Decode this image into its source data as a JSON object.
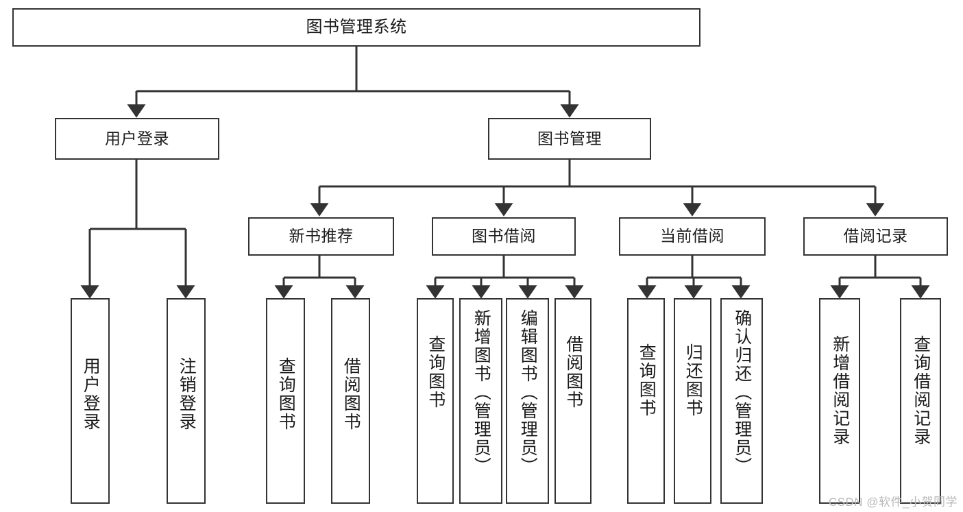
{
  "diagram": {
    "title": "图书管理系统",
    "type": "tree-hierarchy",
    "watermark": "CSDN @软件_小贺同学",
    "colors": {
      "stroke": "#333333",
      "fill": "#ffffff",
      "text": "#1a1a1a",
      "watermark": "#b9b9b9"
    },
    "nodes": {
      "root": {
        "label": "图书管理系统"
      },
      "level2": [
        {
          "label": "用户登录"
        },
        {
          "label": "图书管理"
        }
      ],
      "level3": [
        {
          "label": "新书推荐"
        },
        {
          "label": "图书借阅"
        },
        {
          "label": "当前借阅"
        },
        {
          "label": "借阅记录"
        }
      ],
      "leaves": {
        "user_login": [
          {
            "label": "用户登录"
          },
          {
            "label": "注销登录"
          }
        ],
        "new_book_recommend": [
          {
            "label": "查询图书"
          },
          {
            "label": "借阅图书"
          }
        ],
        "book_borrow": [
          {
            "label": "查询图书"
          },
          {
            "label": "新增图书（管理员）"
          },
          {
            "label": "编辑图书（管理员）"
          },
          {
            "label": "借阅图书"
          }
        ],
        "current_borrow": [
          {
            "label": "查询图书"
          },
          {
            "label": "归还图书"
          },
          {
            "label": "确认归还（管理员）"
          }
        ],
        "borrow_records": [
          {
            "label": "新增借阅记录"
          },
          {
            "label": "查询借阅记录"
          }
        ]
      }
    }
  }
}
